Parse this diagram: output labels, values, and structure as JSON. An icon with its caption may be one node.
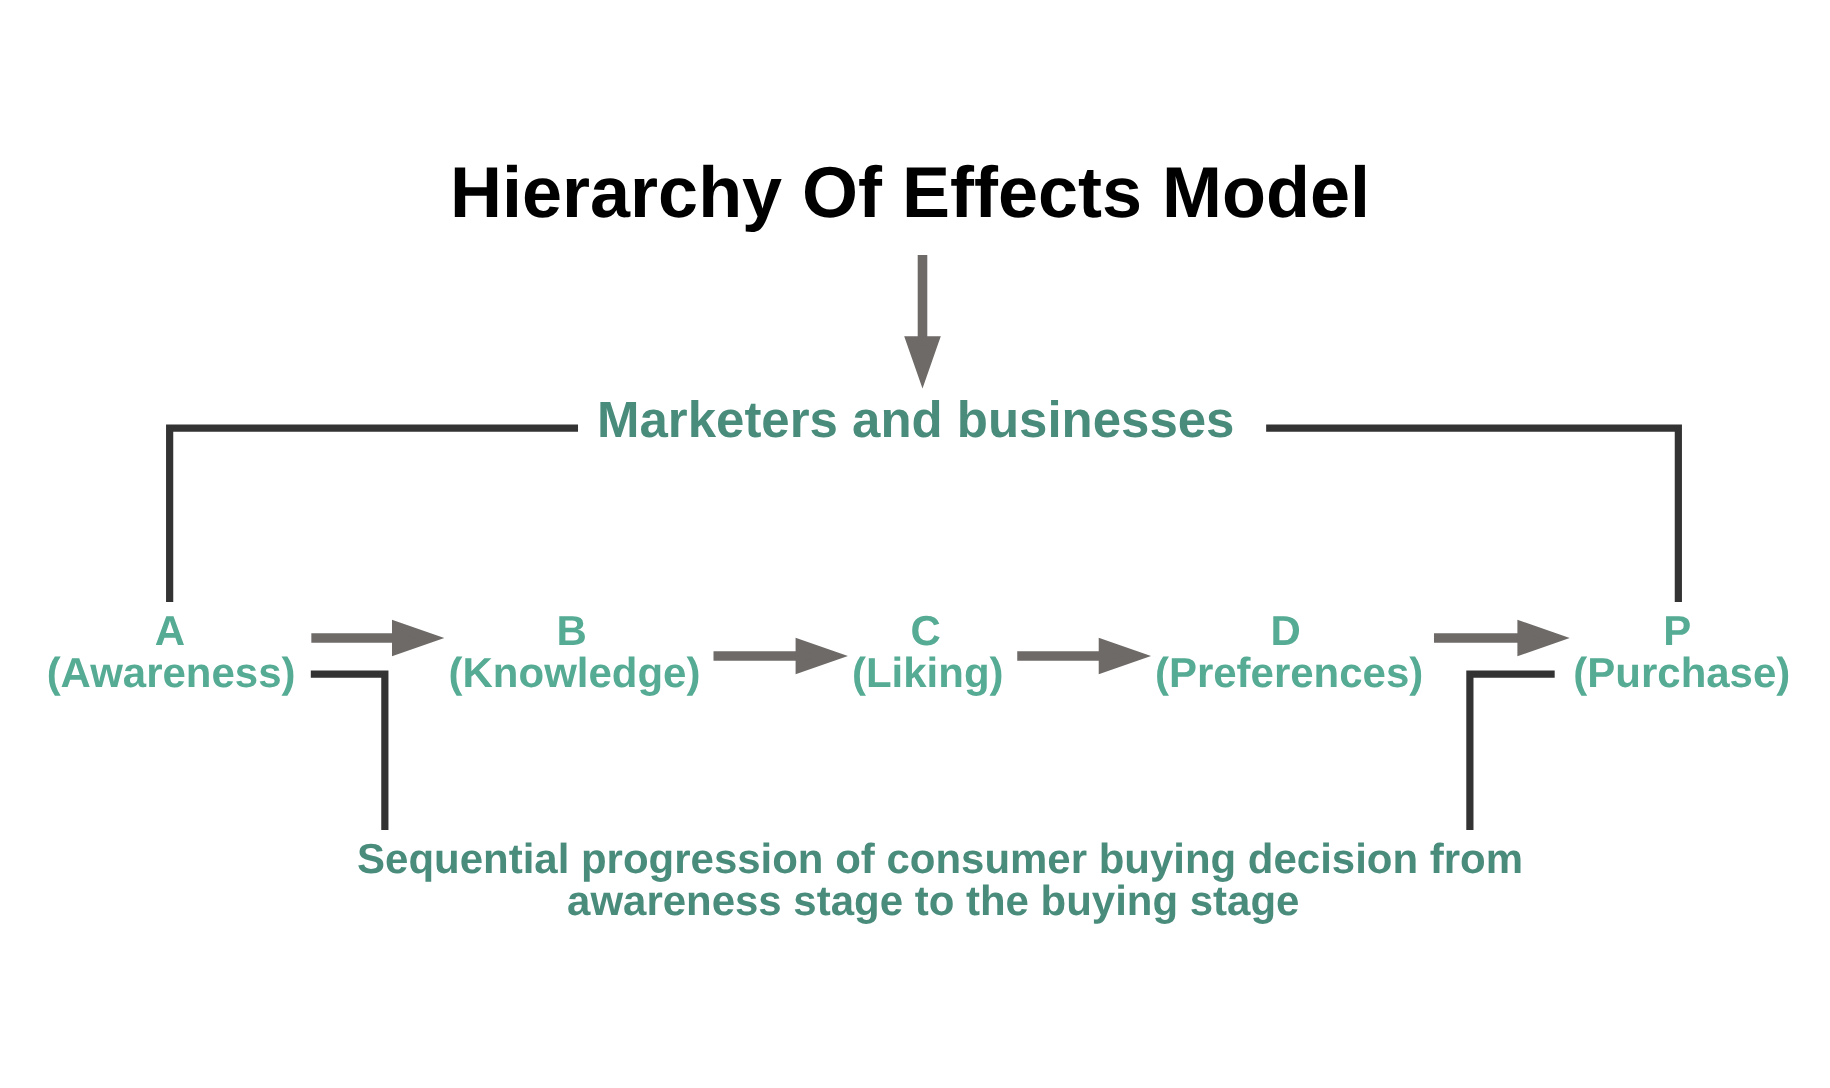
{
  "diagram": {
    "title": "Hierarchy Of Effects Model",
    "nodes": [
      {
        "text": [
          "Marketers and businesses"
        ]
      },
      {
        "text": [
          "A (Awareness)"
        ]
      },
      {
        "text": [
          "B (Knowledge)"
        ]
      },
      {
        "text": [
          "C (Liking)"
        ]
      },
      {
        "text": [
          "D (Preferences)"
        ]
      },
      {
        "text": [
          "P (Purchase)"
        ]
      },
      {
        "text": [
          "Sequential progression of consumer buying decision from awareness stage to the buying stage"
        ]
      }
    ],
    "edges": [
      {
        "from": null,
        "to": 0,
        "arrow": "to"
      },
      {
        "from": 0,
        "to": 1,
        "arrow": "none",
        "color": "#333333"
      },
      {
        "from": 0,
        "to": 5,
        "arrow": "none",
        "color": "#333333"
      },
      {
        "from": 1,
        "to": 2,
        "arrow": "to"
      },
      {
        "from": 2,
        "to": 3,
        "arrow": "to"
      },
      {
        "from": 3,
        "to": 4,
        "arrow": "to"
      },
      {
        "from": 4,
        "to": 5,
        "arrow": "to"
      },
      {
        "from": 1,
        "to": 6,
        "arrow": "none",
        "color": "#333333"
      },
      {
        "from": 5,
        "to": 6,
        "arrow": "none",
        "color": "#333333"
      }
    ]
  }
}
